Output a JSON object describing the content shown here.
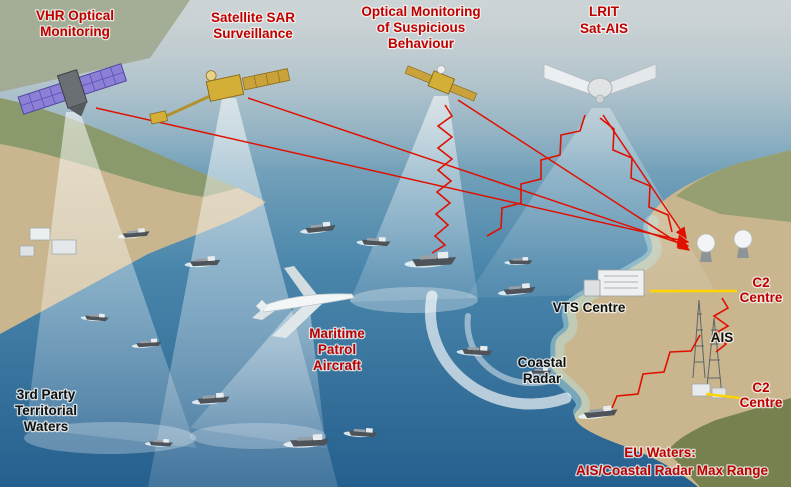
{
  "colors": {
    "label_red": "#c00000",
    "label_black": "#101010",
    "comm_link_red": "#e01000",
    "data_link_yellow": "#ffd400",
    "sea_deep": "#255f8e",
    "sea_light": "#b6c3c8",
    "land_tan": "#c9b68f",
    "land_green": "#8b9a6d",
    "beam_white": "#ffffff"
  },
  "labels": {
    "vhr_optical": {
      "line1": "VHR Optical",
      "line2": "Monitoring"
    },
    "satellite_sar": {
      "line1": "Satellite SAR",
      "line2": "Surveillance"
    },
    "optical_monitoring": {
      "line1": "Optical Monitoring",
      "line2": "of Suspicious",
      "line3": "Behaviour"
    },
    "lrit": {
      "line1": "LRIT",
      "line2": "Sat-AIS"
    },
    "maritime_patrol_aircraft": {
      "line1": "Maritime",
      "line2": "Patrol",
      "line3": "Aircraft"
    },
    "vts_centre": "VTS Centre",
    "coastal_radar": {
      "line1": "Coastal",
      "line2": "Radar"
    },
    "ais": "AIS",
    "c2_centre_top": {
      "line1": "C2",
      "line2": "Centre"
    },
    "c2_centre_bottom": {
      "line1": "C2",
      "line2": "Centre"
    },
    "third_party_waters": {
      "line1": "3rd Party",
      "line2": "Territorial",
      "line3": "Waters"
    },
    "eu_waters": {
      "line1": "EU Waters:",
      "line2": "AIS/Coastal Radar Max Range"
    }
  }
}
